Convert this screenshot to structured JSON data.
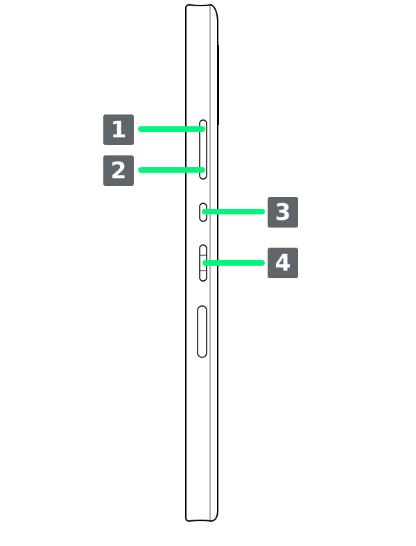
{
  "callouts": [
    {
      "number": "1"
    },
    {
      "number": "2"
    },
    {
      "number": "3"
    },
    {
      "number": "4"
    }
  ],
  "colors": {
    "badge": "#5f6569",
    "leader": "#00f57a",
    "outline": "#000000"
  }
}
